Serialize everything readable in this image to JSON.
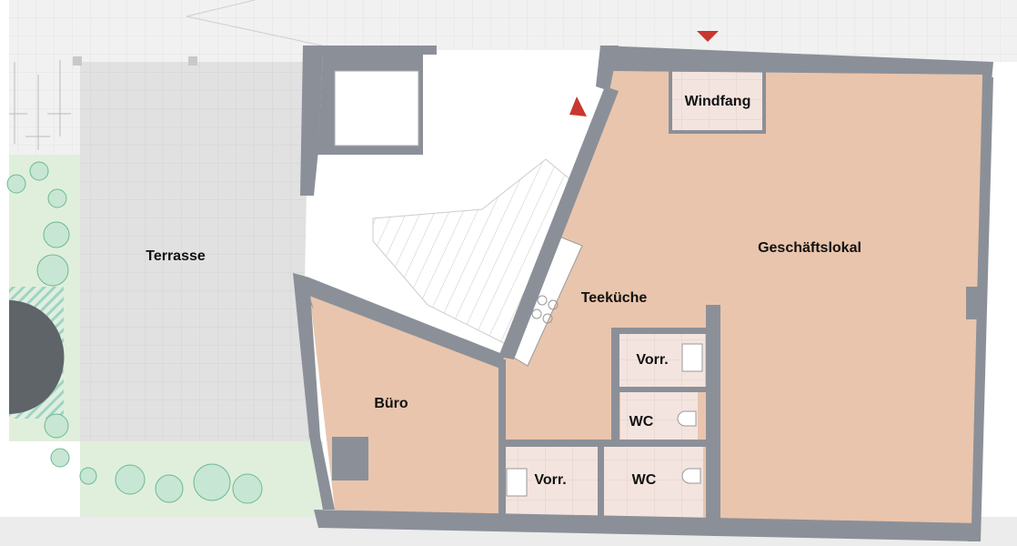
{
  "colors": {
    "wall": "#8b9098",
    "room": "#e9c5ad",
    "wet_room": "#f4e4df",
    "terrace": "#e1e1e1",
    "outdoor": "#f1f1f1",
    "garden": "#e0efdc",
    "stair_core": "#ffffff",
    "entrance_marker": "#c8382e"
  },
  "rooms": {
    "terrasse": "Terrasse",
    "geschaeftslokal": "Geschäftslokal",
    "teekueche": "Teeküche",
    "windfang": "Windfang",
    "buero": "Büro",
    "vorr_upper": "Vorr.",
    "wc_upper": "WC",
    "vorr_lower": "Vorr.",
    "wc_lower": "WC"
  },
  "icons": [
    "wheelchair-lift-icon",
    "entrance-triangle-icon",
    "bicycle-icon",
    "tree-icon",
    "toilet-icon",
    "sink-icon",
    "stove-icon"
  ]
}
